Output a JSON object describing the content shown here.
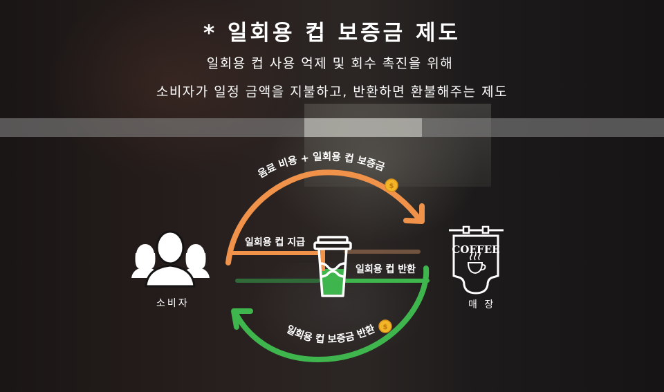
{
  "header": {
    "title": "* 일회용 컵 보증금 제도",
    "subtitle_line1": "일회용 컵 사용 억제 및 회수 촉진을 위해",
    "subtitle_line2": "소비자가 일정 금액을 지불하고, 반환하면 환불해주는 제도"
  },
  "nodes": {
    "consumer": {
      "label": "소비자",
      "icon": "people-group-icon"
    },
    "store": {
      "label": "매 장",
      "sign_text": "COFFEE",
      "icon": "coffee-shop-sign-icon"
    },
    "cup": {
      "icon": "disposable-cup-icon"
    }
  },
  "flows": {
    "payment": {
      "label": "음료 비용 + 일회용 컵 보증금",
      "direction": "consumer-to-store",
      "color": "#f0924a",
      "icon": "coin-icon"
    },
    "cup_issue": {
      "label": "일회용 컵 지급",
      "direction": "store-to-consumer",
      "color": "#f0924a"
    },
    "cup_return": {
      "label": "일회용 컵 반환",
      "direction": "consumer-to-store",
      "color": "#3fb54e"
    },
    "deposit_refund": {
      "label": "일회용 컵 보증금 반환",
      "direction": "store-to-consumer",
      "color": "#3fb54e",
      "icon": "coin-icon"
    }
  },
  "colors": {
    "orange": "#f0924a",
    "green": "#3fb54e",
    "coin": "#f2b528",
    "text": "#ffffff"
  }
}
